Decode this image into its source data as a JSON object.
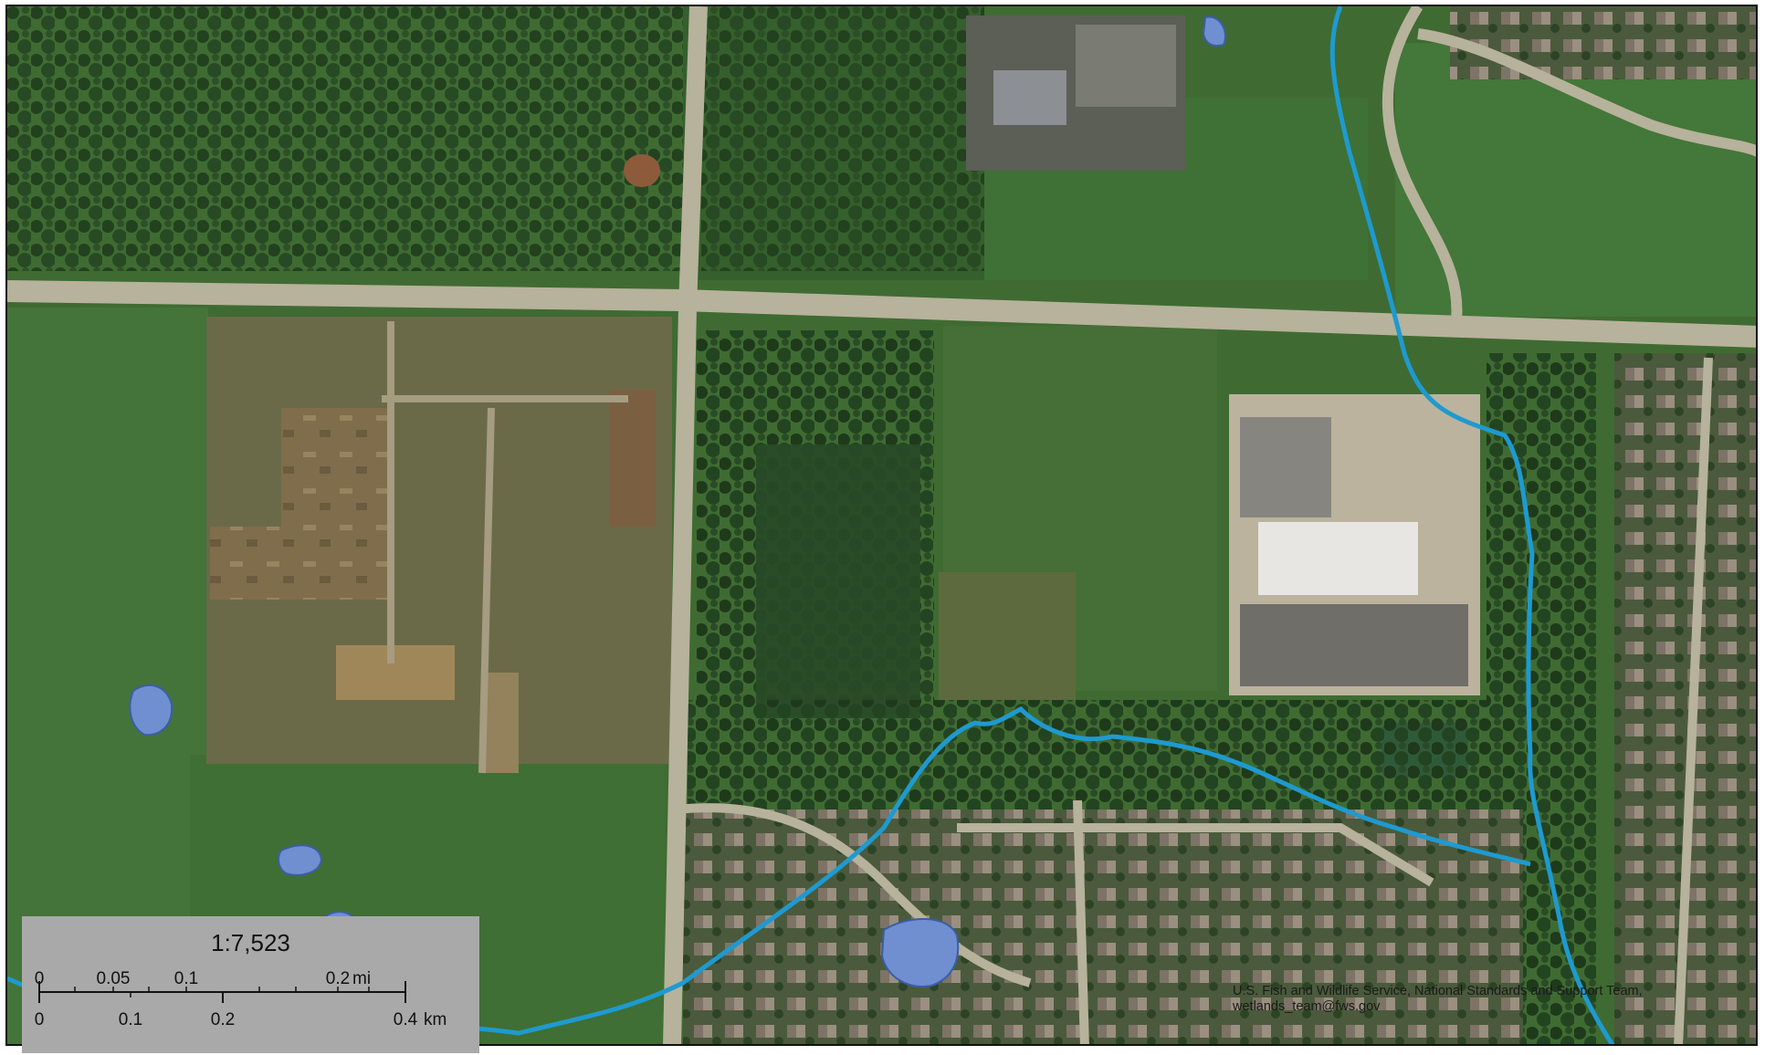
{
  "map": {
    "basemap": "aerial-imagery",
    "colors": {
      "stream": "#1e9ad0",
      "wetland_fill": "#6f8fd0",
      "wetland_stroke": "#3a5ea8",
      "road": "#b9b49c",
      "grass": "#3d6a30",
      "trees": "#1f3d1c",
      "construction": "#8a7a55"
    },
    "layers": [
      "streams",
      "wetlands"
    ]
  },
  "scale_bar": {
    "ratio": "1:7,523",
    "miles": {
      "ticks": [
        "0",
        "0.05",
        "0.1",
        "0.2"
      ],
      "unit": "mi"
    },
    "km": {
      "ticks": [
        "0",
        "0.1",
        "0.2",
        "0.4"
      ],
      "unit": "km"
    }
  },
  "credit": {
    "line1": "U.S. Fish and Wildlife Service, National Standards and Support Team,",
    "line2": "wetlands_team@fws.gov"
  }
}
